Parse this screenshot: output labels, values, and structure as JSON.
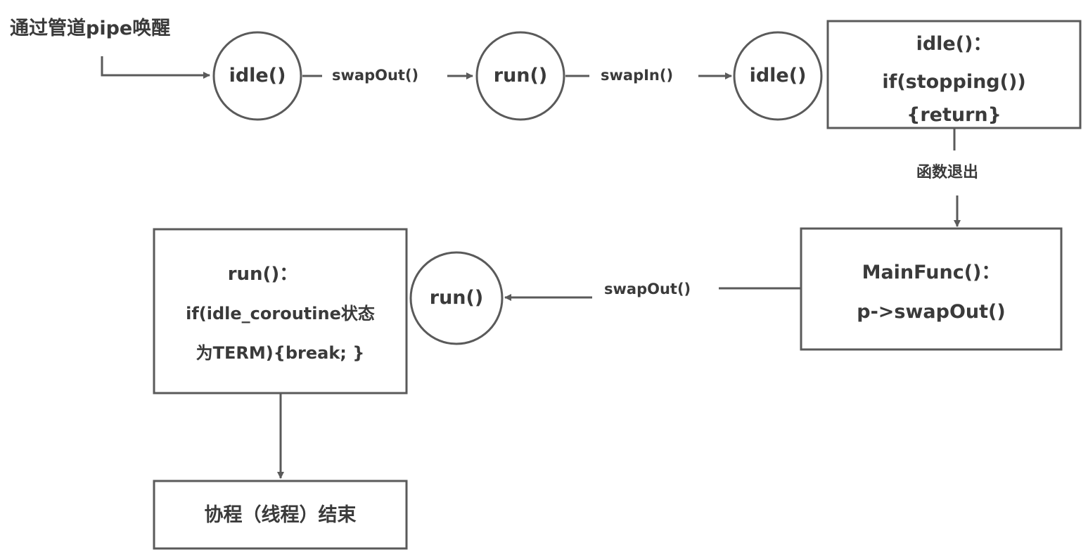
{
  "start_label": "通过管道pipe唤醒",
  "nodes": {
    "idle_1": "idle()",
    "run_1": "run()",
    "idle_2": "idle()",
    "run_2": "run()"
  },
  "edges": {
    "swap_out_1": "swapOut()",
    "swap_in": "swapIn()",
    "function_exit": "函数退出",
    "swap_out_2": "swapOut()"
  },
  "boxes": {
    "idle_check": {
      "line1": "idle()：",
      "line2": "if(stopping())",
      "line3": "{return}"
    },
    "main_func": {
      "line1": "MainFunc()：",
      "line2": "p->swapOut()"
    },
    "run_check": {
      "line1": "run()：",
      "line2": "if(idle_coroutine状态",
      "line3": "为TERM){break; }"
    },
    "end": {
      "line1": "协程（线程）结束"
    }
  },
  "colors": {
    "stroke": "#5a5a5a",
    "text": "#3a3a3a"
  }
}
